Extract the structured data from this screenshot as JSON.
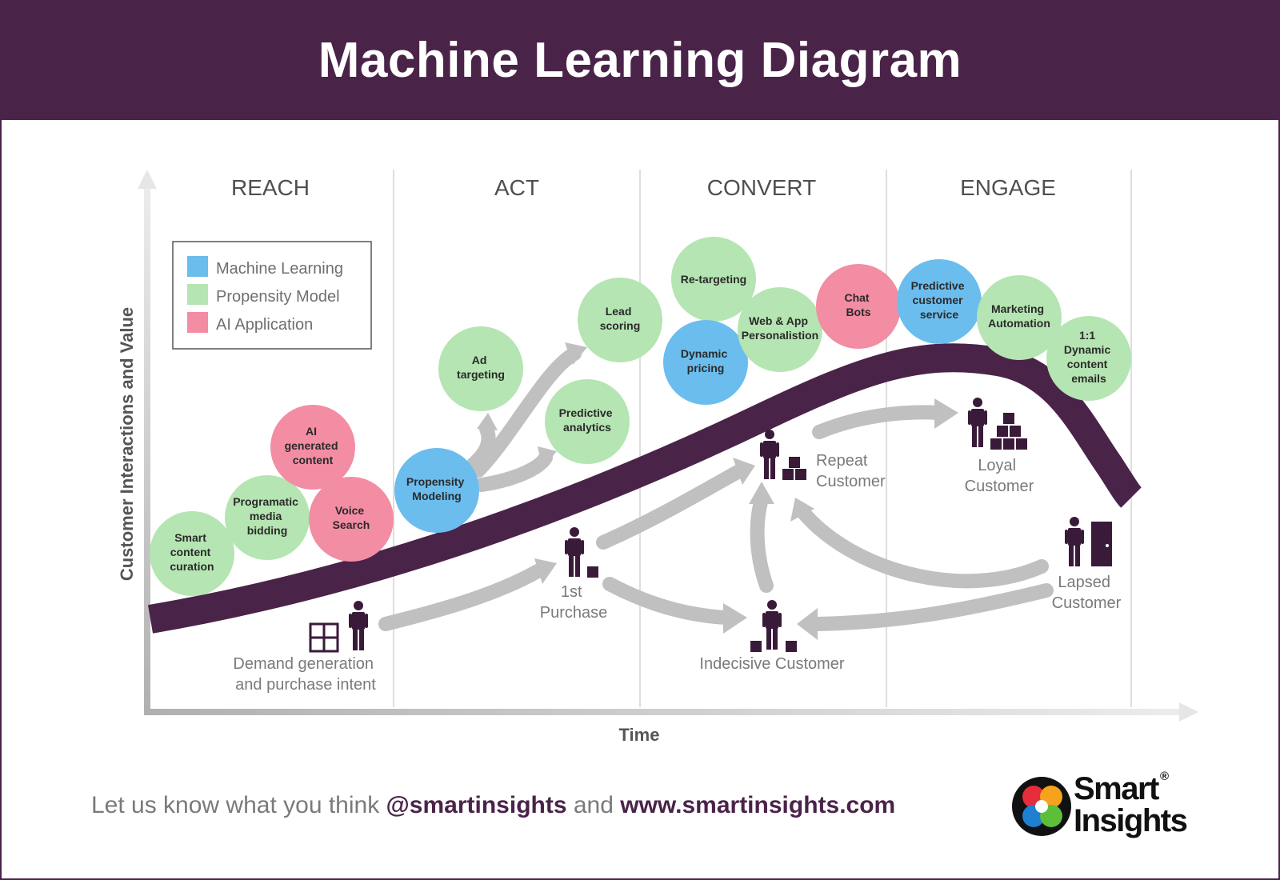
{
  "title": "Machine Learning Diagram",
  "stages": [
    "REACH",
    "ACT",
    "CONVERT",
    "ENGAGE"
  ],
  "axes": {
    "y_label": "Customer Interactions and Value",
    "x_label": "Time"
  },
  "legend": [
    {
      "label": "Machine Learning",
      "color": "#6bbdee"
    },
    {
      "label": "Propensity Model",
      "color": "#b5e5b2"
    },
    {
      "label": "AI Application",
      "color": "#f38da3"
    }
  ],
  "colors": {
    "brand": "#4a2349",
    "arrow": "#c0c0c0",
    "text_gray": "#7a7a7a"
  },
  "bubbles": [
    {
      "lines": [
        "Smart",
        "content",
        "curation"
      ],
      "kind": "Propensity Model"
    },
    {
      "lines": [
        "Programatic",
        "media",
        "bidding"
      ],
      "kind": "Propensity Model"
    },
    {
      "lines": [
        "AI",
        "generated",
        "content"
      ],
      "kind": "AI Application"
    },
    {
      "lines": [
        "Voice",
        "Search"
      ],
      "kind": "AI Application"
    },
    {
      "lines": [
        "Propensity",
        "Modeling"
      ],
      "kind": "Machine Learning"
    },
    {
      "lines": [
        "Ad",
        "targeting"
      ],
      "kind": "Propensity Model"
    },
    {
      "lines": [
        "Lead",
        "scoring"
      ],
      "kind": "Propensity Model"
    },
    {
      "lines": [
        "Predictive",
        "analytics"
      ],
      "kind": "Propensity Model"
    },
    {
      "lines": [
        "Re-targeting"
      ],
      "kind": "Propensity Model"
    },
    {
      "lines": [
        "Dynamic",
        "pricing"
      ],
      "kind": "Machine Learning"
    },
    {
      "lines": [
        "Web & App",
        "Personalistion"
      ],
      "kind": "Propensity Model"
    },
    {
      "lines": [
        "Chat",
        "Bots"
      ],
      "kind": "AI Application"
    },
    {
      "lines": [
        "Predictive",
        "customer",
        "service"
      ],
      "kind": "Machine Learning"
    },
    {
      "lines": [
        "Marketing",
        "Automation"
      ],
      "kind": "Propensity Model"
    },
    {
      "lines": [
        "1:1",
        "Dynamic",
        "content",
        "emails"
      ],
      "kind": "Propensity Model"
    }
  ],
  "customers": [
    {
      "lines": [
        "Demand generation",
        "and purchase intent"
      ],
      "icon": "person-window-icon"
    },
    {
      "lines": [
        "1st",
        "Purchase"
      ],
      "icon": "person-box-icon"
    },
    {
      "lines": [
        "Repeat",
        "Customer"
      ],
      "icon": "person-boxes-icon"
    },
    {
      "lines": [
        "Indecisive Customer"
      ],
      "icon": "person-boxes-icon"
    },
    {
      "lines": [
        "Loyal",
        "Customer"
      ],
      "icon": "person-stack-icon"
    },
    {
      "lines": [
        "Lapsed",
        "Customer"
      ],
      "icon": "person-door-icon"
    }
  ],
  "footer": {
    "prefix": "Let us know what you think ",
    "handle": "@smartinsights",
    "middle": " and ",
    "website": "www.smartinsights.com"
  },
  "logo": {
    "line1": "Smart",
    "line2": "Insights",
    "registered": "®"
  }
}
